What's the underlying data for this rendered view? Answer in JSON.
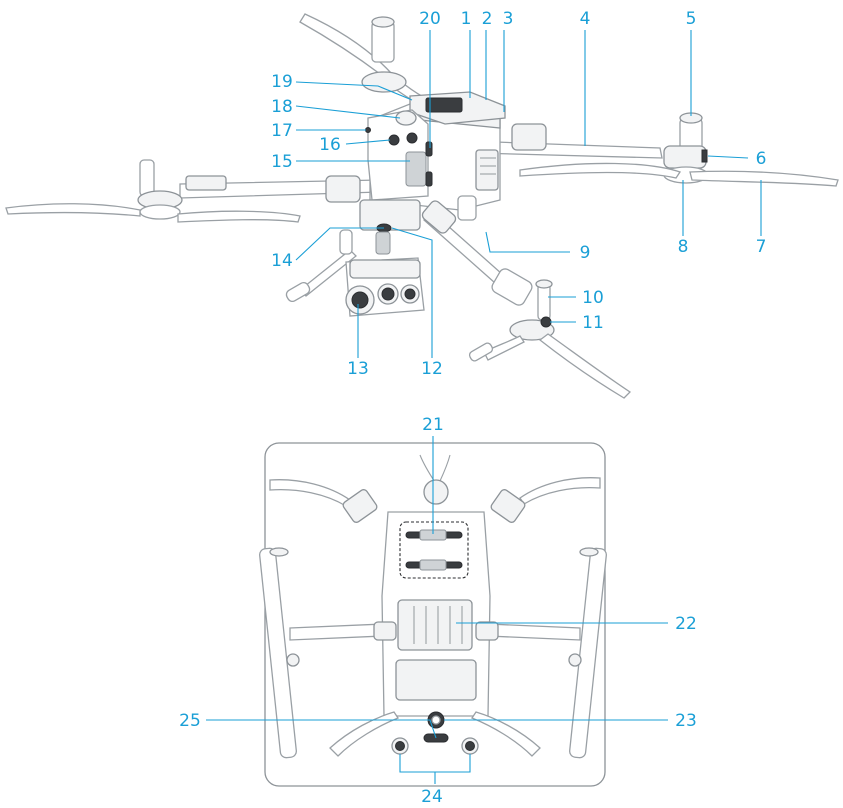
{
  "colors": {
    "callout": "#1a9fd6",
    "line": "#9aa0a5",
    "panel_border": "#8d9398",
    "dark_part": "#3a3d40"
  },
  "callouts": [
    {
      "id": "1",
      "label": "1"
    },
    {
      "id": "2",
      "label": "2"
    },
    {
      "id": "3",
      "label": "3"
    },
    {
      "id": "4",
      "label": "4"
    },
    {
      "id": "5",
      "label": "5"
    },
    {
      "id": "6",
      "label": "6"
    },
    {
      "id": "7",
      "label": "7"
    },
    {
      "id": "8",
      "label": "8"
    },
    {
      "id": "9",
      "label": "9"
    },
    {
      "id": "10",
      "label": "10"
    },
    {
      "id": "11",
      "label": "11"
    },
    {
      "id": "12",
      "label": "12"
    },
    {
      "id": "13",
      "label": "13"
    },
    {
      "id": "14",
      "label": "14"
    },
    {
      "id": "15",
      "label": "15"
    },
    {
      "id": "16",
      "label": "16"
    },
    {
      "id": "17",
      "label": "17"
    },
    {
      "id": "18",
      "label": "18"
    },
    {
      "id": "19",
      "label": "19"
    },
    {
      "id": "20",
      "label": "20"
    },
    {
      "id": "21",
      "label": "21"
    },
    {
      "id": "22",
      "label": "22"
    },
    {
      "id": "23",
      "label": "23"
    },
    {
      "id": "24",
      "label": "24"
    },
    {
      "id": "25",
      "label": "25"
    }
  ]
}
